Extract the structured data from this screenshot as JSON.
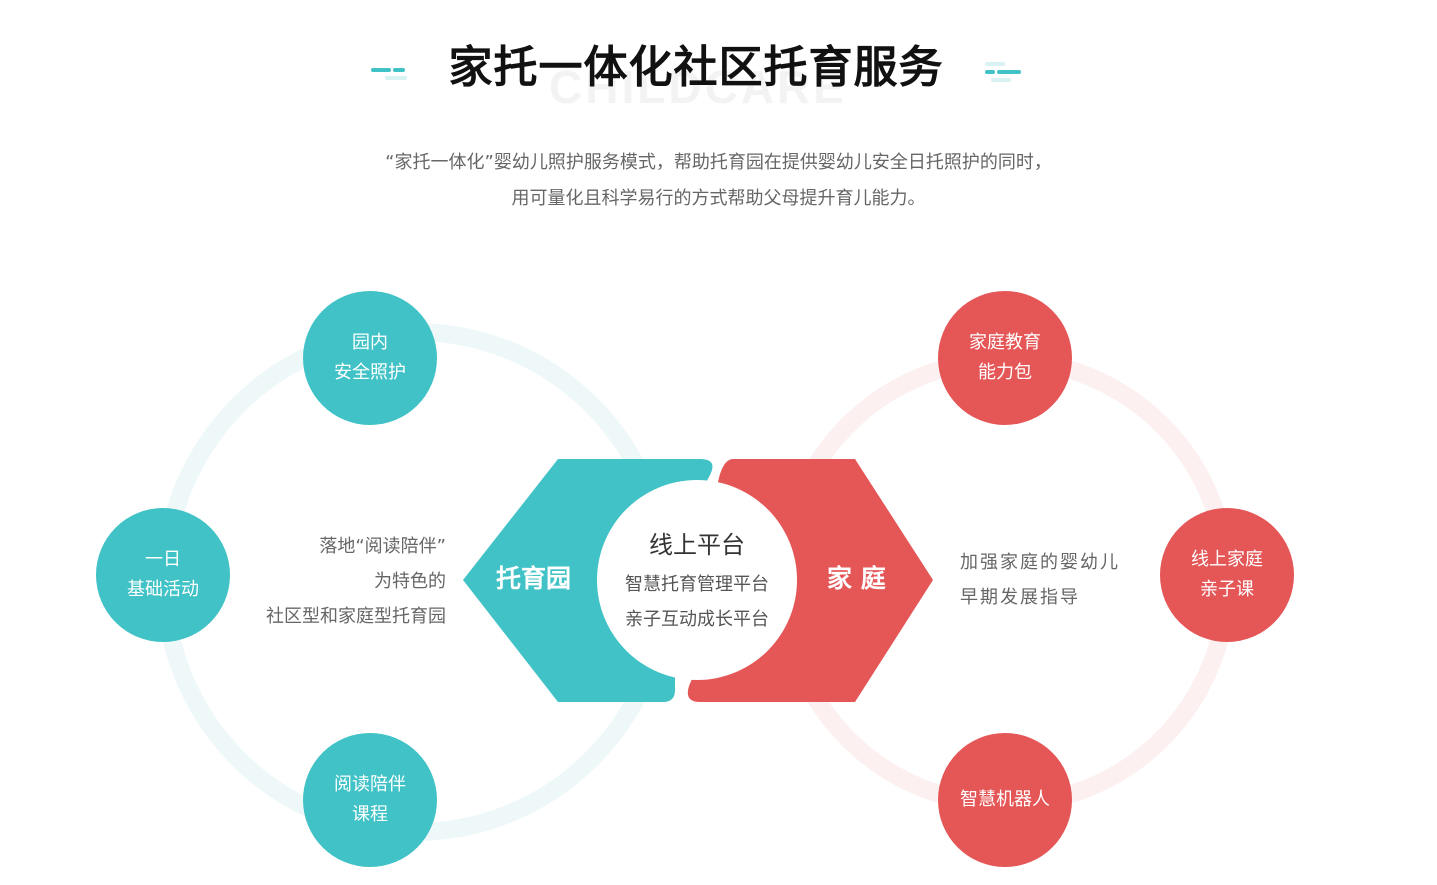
{
  "header": {
    "title": "家托一体化社区托育服务",
    "watermark": "CHILDCARE"
  },
  "description": {
    "line1": "“家托一体化”婴幼儿照护服务模式，帮助托育园在提供婴幼儿安全日托照护的同时，",
    "line2": "用可量化且科学易行的方式帮助父母提升育儿能力。"
  },
  "left_group": {
    "hub_label": "托育园",
    "nodes": [
      {
        "line1": "园内",
        "line2": "安全照护"
      },
      {
        "line1": "一日",
        "line2": "基础活动"
      },
      {
        "line1": "阅读陪伴",
        "line2": "课程"
      }
    ],
    "text": [
      "落地“阅读陪伴”",
      "为特色的",
      "社区型和家庭型托育园"
    ]
  },
  "right_group": {
    "hub_label": "家 庭",
    "nodes": [
      {
        "line1": "家庭教育",
        "line2": "能力包"
      },
      {
        "line1": "线上家庭",
        "line2": "亲子课"
      },
      {
        "line1": "智慧机器人",
        "line2": ""
      }
    ],
    "text": [
      "加强家庭的婴幼儿",
      "早期发展指导"
    ]
  },
  "center": {
    "title": "线上平台",
    "items": [
      "智慧托育管理平台",
      "亲子互动成长平台"
    ]
  },
  "colors": {
    "teal": "#40c2c6",
    "red": "#e55657",
    "teal_ring": "#eef8f9",
    "red_ring": "#fcf0f0"
  }
}
